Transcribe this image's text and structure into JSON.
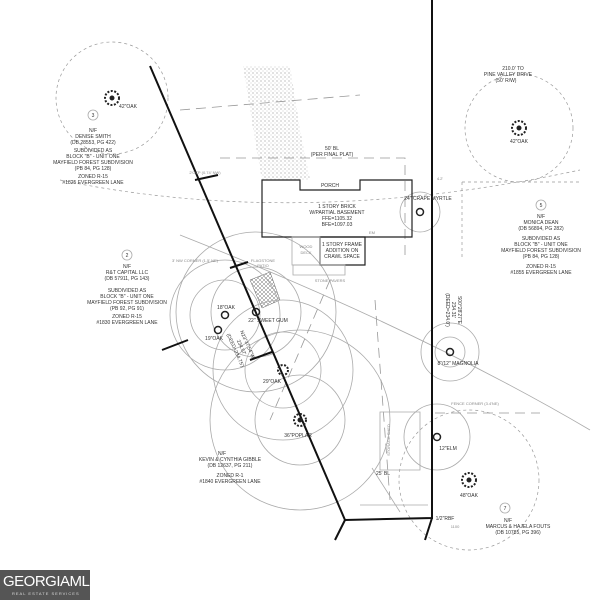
{
  "road": {
    "line1": "210.0' TO",
    "line2": "PINE VALLEY DRIVE",
    "line3": "(50' R/W)"
  },
  "building_line": {
    "line1": "50' BL",
    "line2": "(PER FINAL PLAT)"
  },
  "house": {
    "porch": "PORCH",
    "line1": "1 STORY BRICK",
    "line2": "W/PARTIAL BASEMENT",
    "line3": "FFE=1105.32",
    "line4": "BFE=1097.03",
    "addition1": "1 STORY FRAME",
    "addition2": "ADDITION ON",
    "addition3": "CRAWL SPACE",
    "deck1": "WOOD",
    "deck2": "DECK",
    "patio1": "FLAGSTONE",
    "patio2": "PATIO",
    "pavers": "STONE PAVERS",
    "em": "EM"
  },
  "lots": [
    {
      "num": "3",
      "lines": [
        "N/F",
        "DENISE SMITH",
        "(DB 28553, PG 422)",
        "SUBDIVIDED AS",
        "BLOCK \"B\" - UNIT ONE",
        "MAYFIELD FOREST SUBDIVISION",
        "(PB 84, PG 128)",
        "ZONED R-15",
        "#1825 EVERGREEN LANE"
      ]
    },
    {
      "num": "2",
      "lines": [
        "N/F",
        "R&T CAPITAL LLC",
        "(DB 57911, PG 143)",
        "SUBDIVIDED AS",
        "BLOCK \"B\" - UNIT ONE",
        "MAYFIELD FOREST SUBDIVISION",
        "(PB 92, PG 91)",
        "ZONED R-15",
        "#1830 EVERGREEN LANE"
      ]
    },
    {
      "num": "5",
      "lines": [
        "N/F",
        "MONICA DEAN",
        "(DB 56894, PG 282)",
        "SUBDIVIDED AS",
        "BLOCK \"B\" - UNIT ONE",
        "MAYFIELD FOREST SUBDIVISION",
        "(PB 84, PG 128)",
        "ZONED R-15",
        "#1855 EVERGREEN LANE"
      ]
    },
    {
      "num": "7",
      "lines": [
        "N/F",
        "MARCUS & HAJELA FOUTS",
        "(DB 10785, PG 396)"
      ]
    },
    {
      "num": "",
      "lines": [
        "N/F",
        "KEVIN & CYNTHIA GIBBLE",
        "(DB 12637, PG 211)",
        "ZONED R-1",
        "#1840 EVERGREEN LANE"
      ]
    }
  ],
  "trees": [
    "42\"OAK",
    "42\"OAK",
    "24\" CRAPE MYRTLE",
    "18\"OAK",
    "19\"OAK",
    "22\" SWEET GUM",
    "29\"OAK",
    "36\"POPLAR",
    "8\"/12\" MAGNOLIA",
    "12\"ELM",
    "48\"OAK"
  ],
  "bearings": {
    "east": "S00°28'27\"E",
    "east_dist": "234.31'",
    "east_deed": "(DEED=234.0')",
    "west": "N23°37'54\"W",
    "west_dist": "234.57'",
    "west_deed": "(DEED=234.75')"
  },
  "notes": {
    "corner": "3' NW CORNER (1.5' NE)",
    "fence": "FENCE CORNER (3.4'NE)",
    "iron": "1/2\"RBF",
    "bl25": "25' BL",
    "contour": "1100",
    "storage": "STORAGE SHED",
    "dim": "4.2'",
    "top_corner": "2'OTP (0.74' NW)"
  },
  "logo": {
    "brand": "GEORGIAMLS",
    "tagline": "REAL ESTATE SERVICES"
  }
}
